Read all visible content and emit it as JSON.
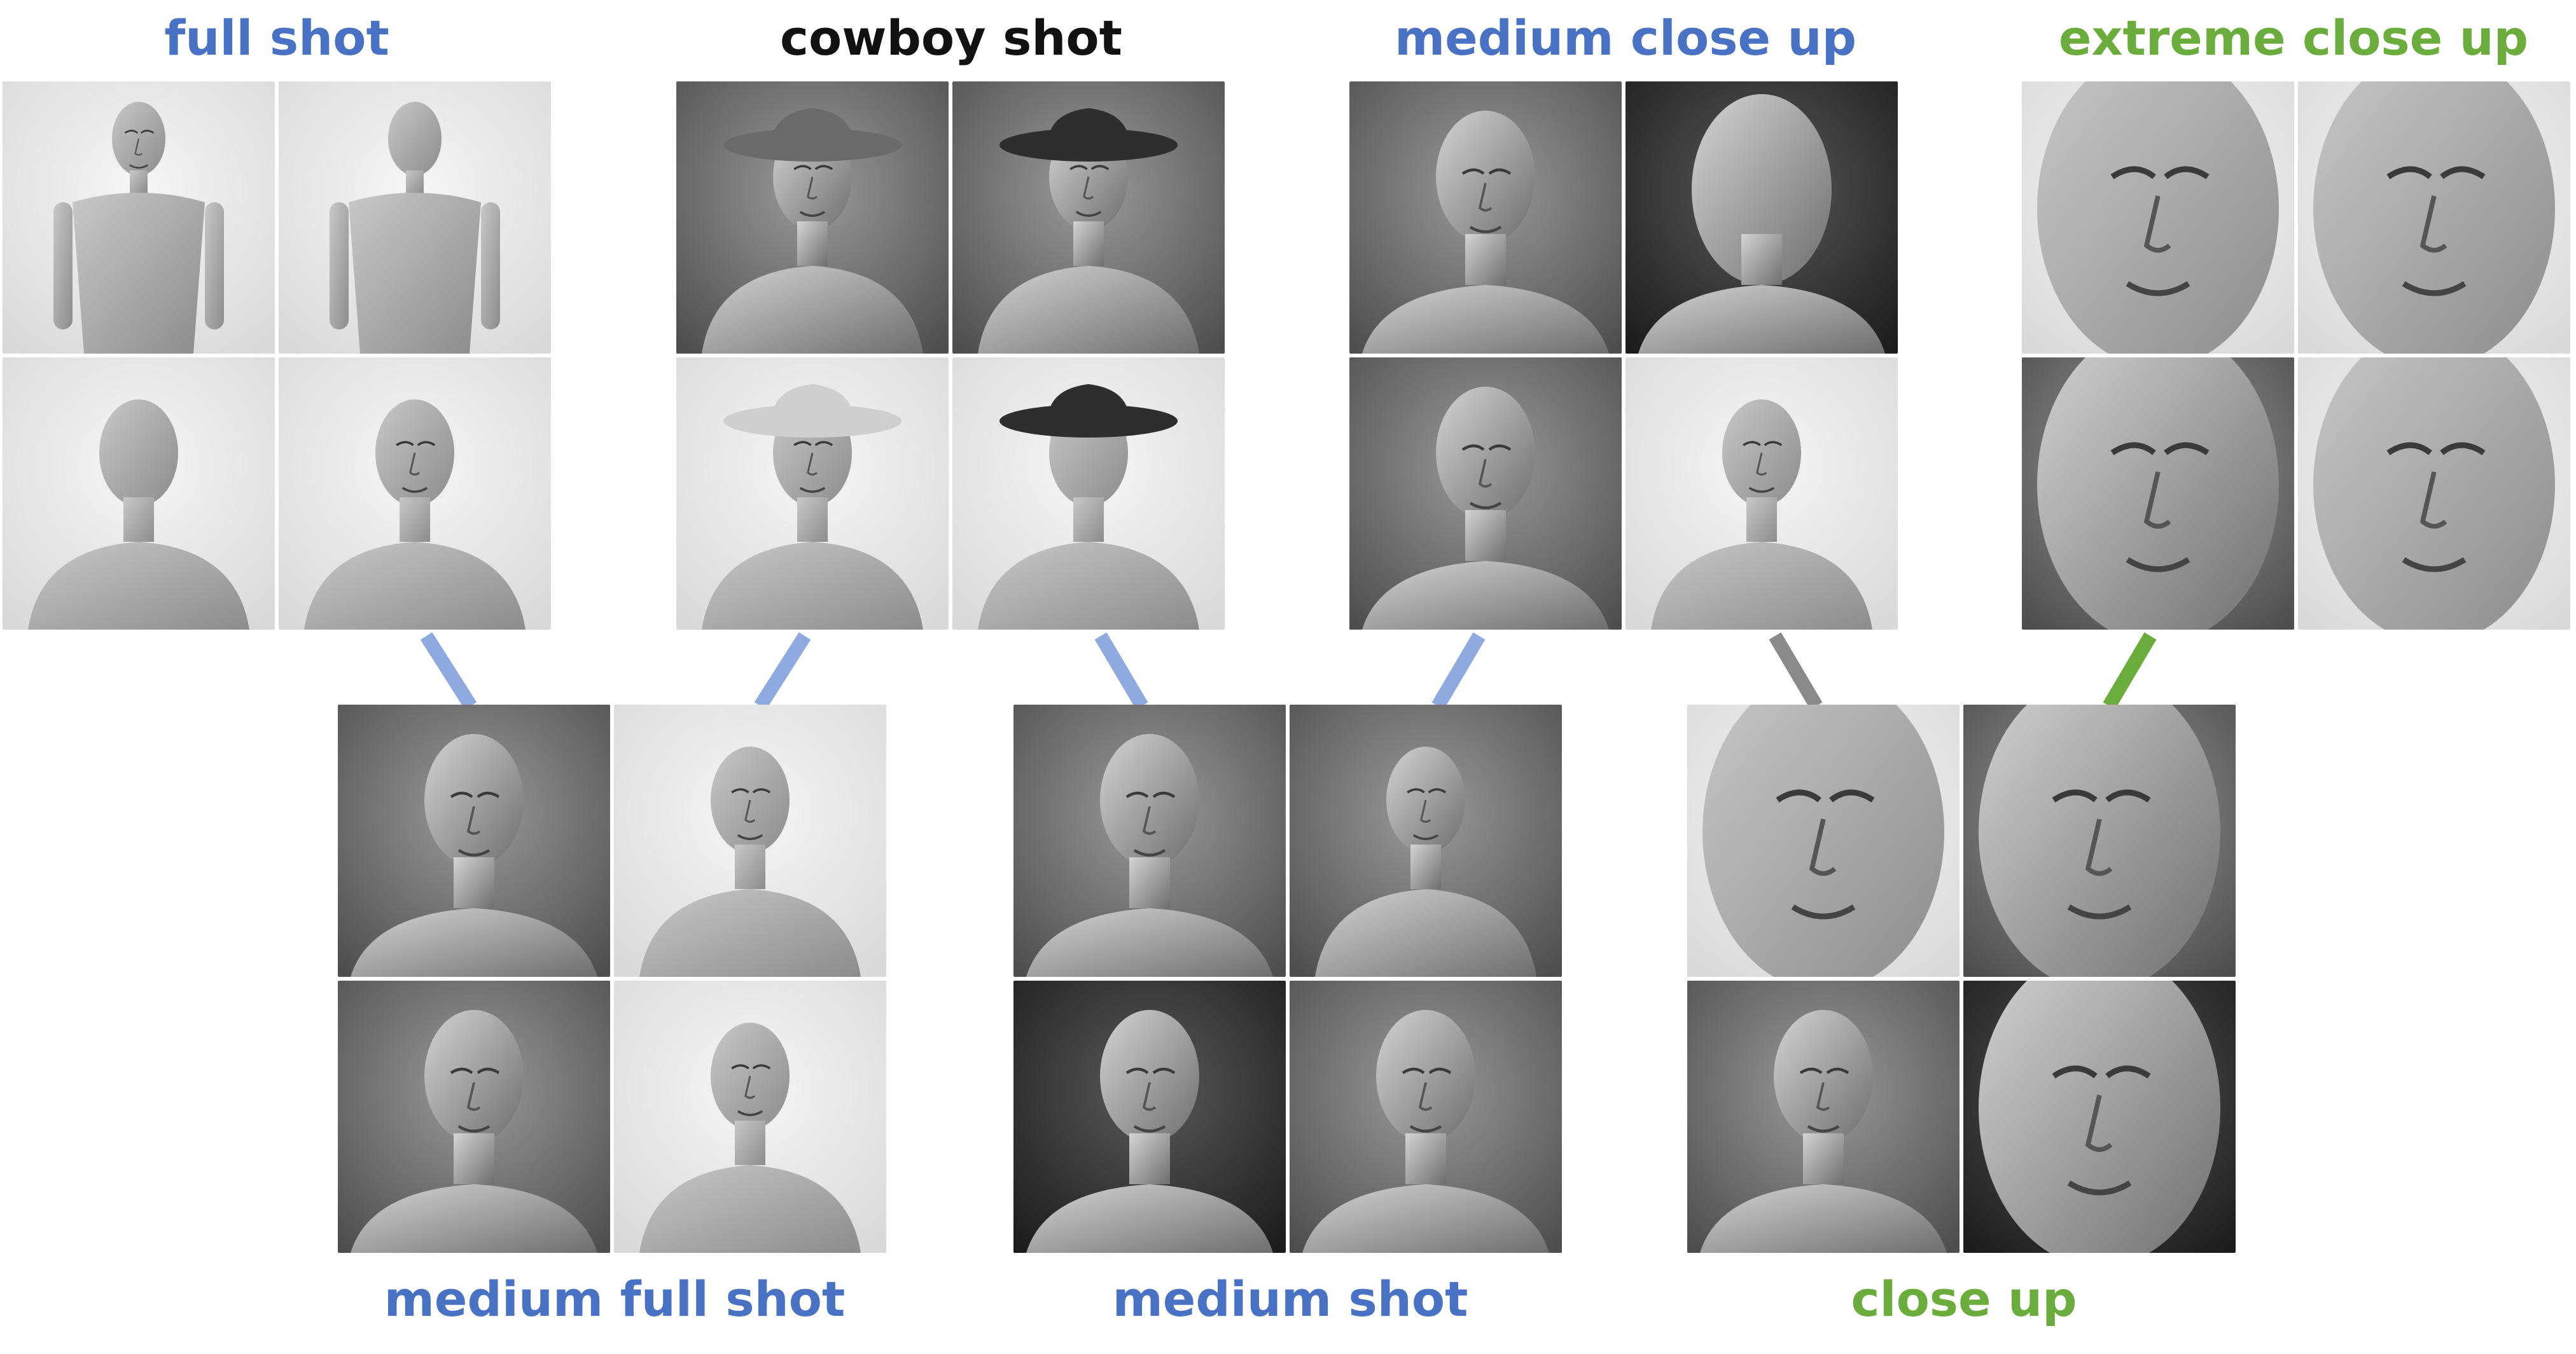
{
  "colors": {
    "blue": "#4a72c4",
    "green": "#6aad3c",
    "black": "#111111",
    "connector_blue": "#8eaadf",
    "connector_gray": "#8a8a8a",
    "connector_green": "#6aad3c"
  },
  "labels": {
    "full_shot": "full shot",
    "cowboy_shot": "cowboy shot",
    "medium_close_up": "medium close up",
    "extreme_close_up": "extreme close up",
    "medium_full_shot": "medium full shot",
    "medium_shot": "medium shot",
    "close_up": "close up"
  },
  "groups": [
    {
      "key": "full_shot",
      "tiles": [
        {
          "bg": "light",
          "framing": "body",
          "hat": "none"
        },
        {
          "bg": "light",
          "framing": "body-faceless",
          "hat": "none"
        },
        {
          "bg": "light",
          "framing": "bust-faceless",
          "hat": "none"
        },
        {
          "bg": "light",
          "framing": "bust",
          "hat": "none"
        }
      ]
    },
    {
      "key": "cowboy_shot",
      "tiles": [
        {
          "bg": "mid",
          "framing": "bust",
          "hat": "wide-hat"
        },
        {
          "bg": "mid",
          "framing": "bust",
          "hat": "cowboy-hat"
        },
        {
          "bg": "light",
          "framing": "bust",
          "hat": "cowboy-hat-light"
        },
        {
          "bg": "light",
          "framing": "bust-faceless",
          "hat": "cowboy-hat-dark"
        }
      ]
    },
    {
      "key": "medium_close_up",
      "tiles": [
        {
          "bg": "mid",
          "framing": "head",
          "hat": "none"
        },
        {
          "bg": "dark",
          "framing": "head-large-faceless",
          "hat": "none"
        },
        {
          "bg": "mid",
          "framing": "head",
          "hat": "none"
        },
        {
          "bg": "light",
          "framing": "bust",
          "hat": "none"
        }
      ]
    },
    {
      "key": "extreme_close_up",
      "tiles": [
        {
          "bg": "light",
          "framing": "face",
          "hat": "none"
        },
        {
          "bg": "light",
          "framing": "face",
          "hat": "none"
        },
        {
          "bg": "mid",
          "framing": "face",
          "hat": "none"
        },
        {
          "bg": "light",
          "framing": "face",
          "hat": "none"
        }
      ]
    },
    {
      "key": "medium_full_shot",
      "tiles": [
        {
          "bg": "mid",
          "framing": "head",
          "hat": "none"
        },
        {
          "bg": "light",
          "framing": "bust",
          "hat": "none"
        },
        {
          "bg": "mid",
          "framing": "head",
          "hat": "none"
        },
        {
          "bg": "light",
          "framing": "bust",
          "hat": "none"
        }
      ]
    },
    {
      "key": "medium_shot",
      "tiles": [
        {
          "bg": "mid",
          "framing": "head",
          "hat": "none"
        },
        {
          "bg": "mid",
          "framing": "bust",
          "hat": "none"
        },
        {
          "bg": "dark",
          "framing": "head",
          "hat": "none"
        },
        {
          "bg": "mid",
          "framing": "head",
          "hat": "none"
        }
      ]
    },
    {
      "key": "close_up",
      "tiles": [
        {
          "bg": "light",
          "framing": "face",
          "hat": "none"
        },
        {
          "bg": "mid",
          "framing": "face",
          "hat": "none"
        },
        {
          "bg": "mid",
          "framing": "head",
          "hat": "none"
        },
        {
          "bg": "dark",
          "framing": "face",
          "hat": "none"
        }
      ]
    }
  ]
}
